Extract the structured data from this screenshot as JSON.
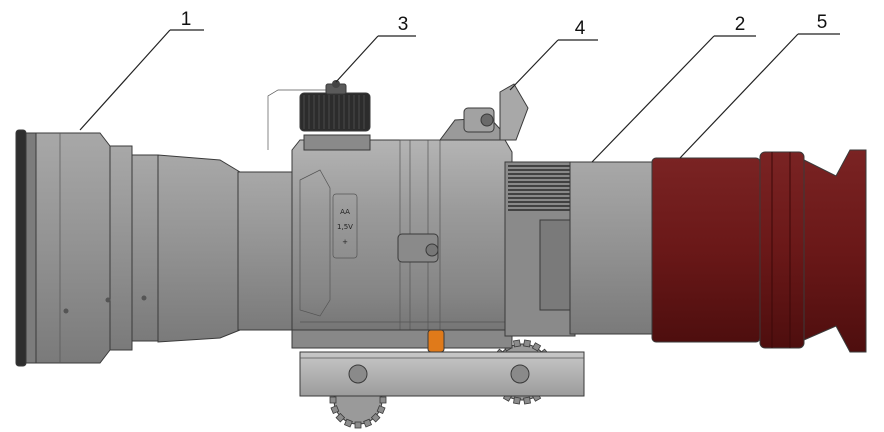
{
  "callouts": [
    {
      "label": "1"
    },
    {
      "label": "2"
    },
    {
      "label": "3"
    },
    {
      "label": "4"
    },
    {
      "label": "5"
    }
  ],
  "housing_markings": {
    "line1": "AA",
    "line2": "1,5V",
    "line3": "+"
  },
  "colors": {
    "body_gray": "#8f8f8f",
    "eyepiece_red": "#6e1a1a",
    "lever_orange": "#e07a1a",
    "outline": "#3a3a3a",
    "background": "#ffffff"
  }
}
